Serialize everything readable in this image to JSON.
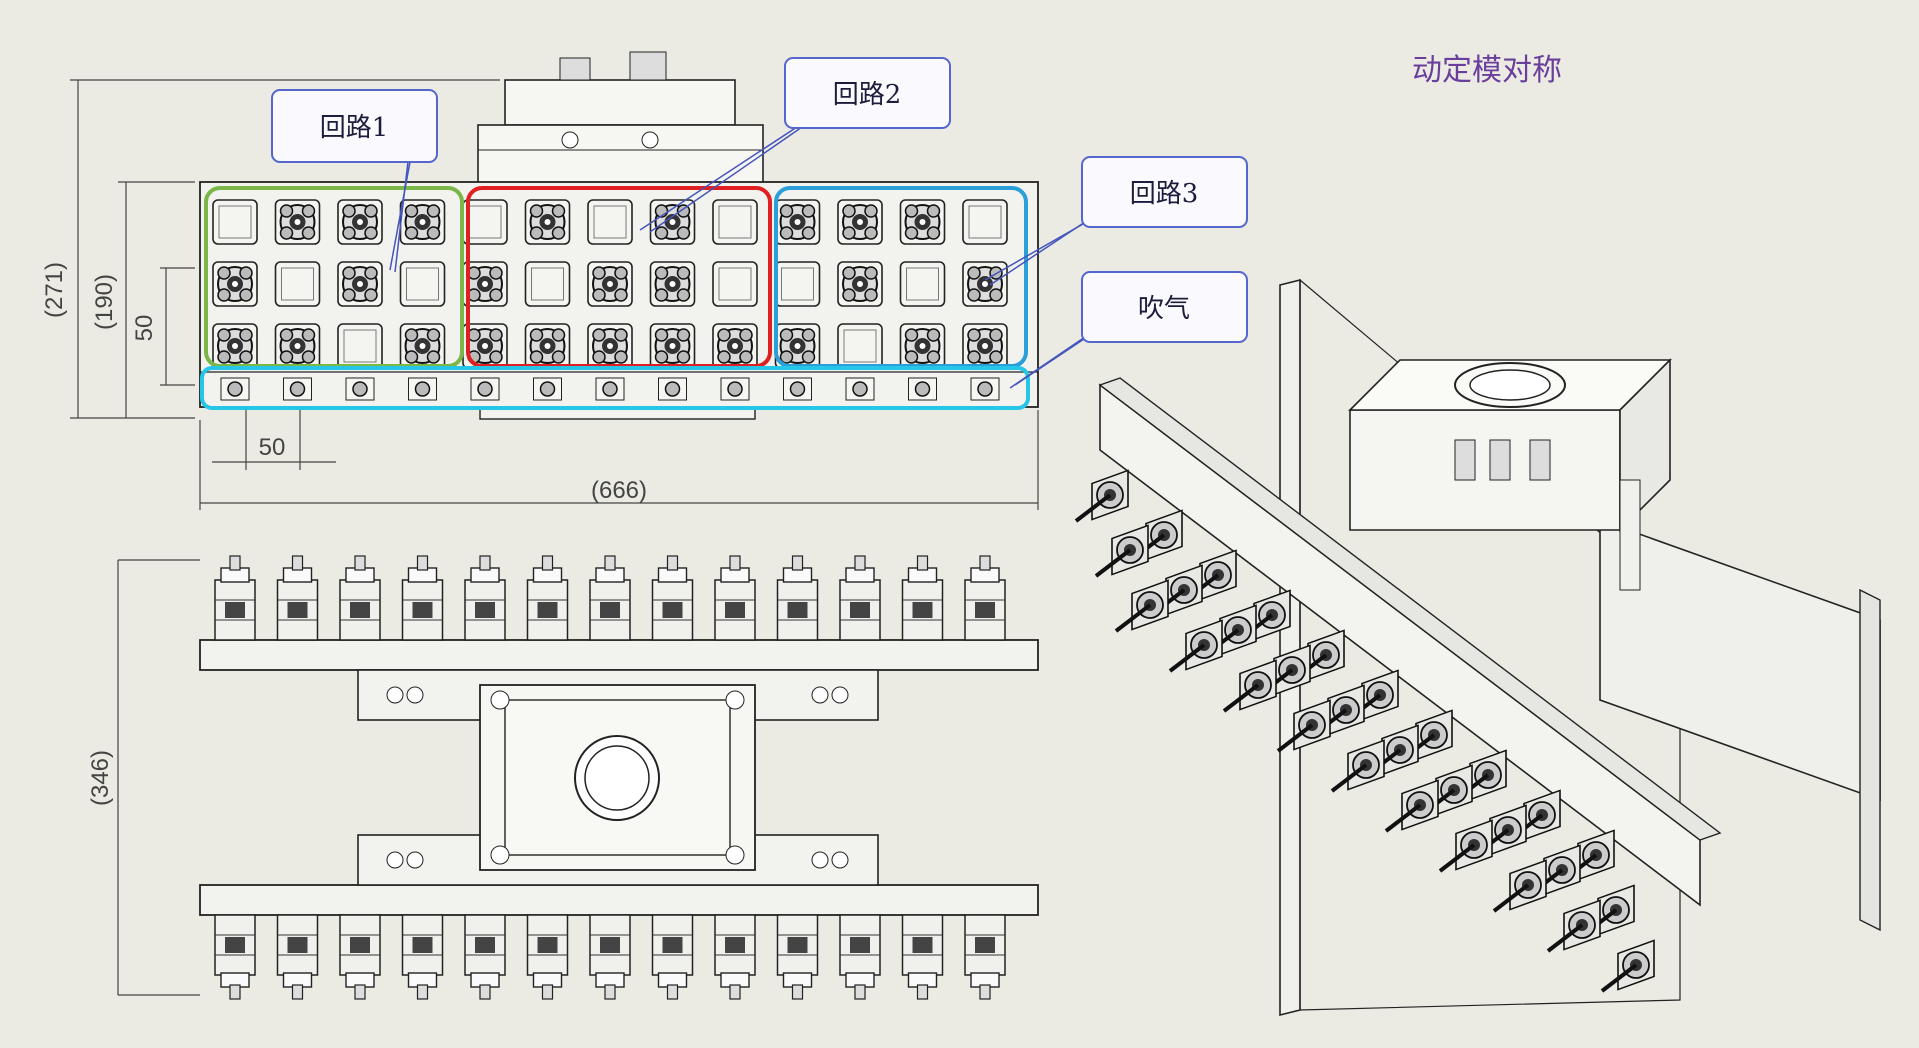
{
  "title": "动定模对称",
  "callouts": {
    "loop1": "回路1",
    "loop2": "回路2",
    "loop3": "回路3",
    "blow": "吹气"
  },
  "dimensions": {
    "overall_height": "(271)",
    "plate_height": "(190)",
    "vertical_pitch": "50",
    "horizontal_pitch": "50",
    "overall_width": "(666)",
    "side_height": "(346)"
  },
  "colors": {
    "loop1": "#7ab648",
    "loop2": "#e02020",
    "loop3": "#2a9fd8",
    "blow": "#26c6e8",
    "callout_border": "#5566cc"
  }
}
